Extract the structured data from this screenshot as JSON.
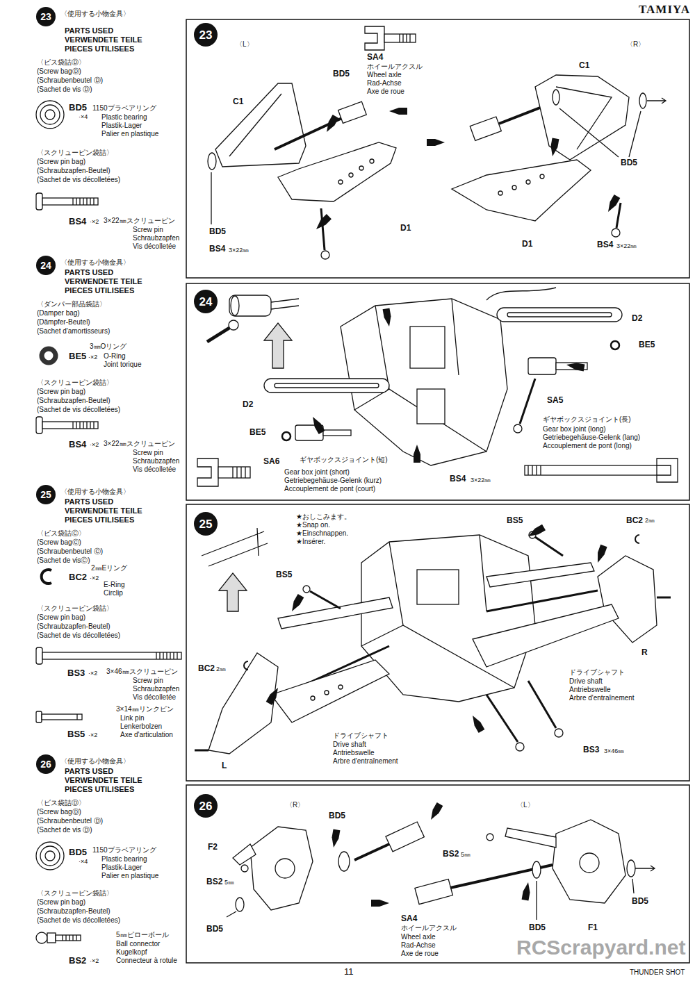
{
  "diagram": {
    "nodes": [
      {
        "text": [
          "23"
        ]
      },
      {
        "text": [
          "23"
        ]
      },
      {
        "text": [
          "24"
        ]
      },
      {
        "text": [
          "24"
        ]
      },
      {
        "text": [
          "25"
        ]
      },
      {
        "text": [
          "25"
        ]
      },
      {
        "text": [
          "26"
        ]
      },
      {
        "text": [
          "26"
        ]
      }
    ],
    "labels": [
      "TAMIYA",
      "〈使用する小物金具〉",
      "PARTS USED",
      "VERWENDETE TEILE",
      "PIECES UTILISEES",
      "〈ビス袋詰Ⓓ〉",
      "(Screw bagⒹ)",
      "(Schraubenbeutel Ⓓ)",
      "(Sachet de vis Ⓓ)",
      "BD5",
      "·×4",
      "1150プラベアリング",
      "Plastic bearing",
      "Plastik-Lager",
      "Palier en plastique",
      "〈スクリューピン袋詰〉",
      "(Screw pin bag)",
      "(Schraubzapfen-Beutel)",
      "(Sachet de vis décolletées)",
      "BS4",
      "·×2",
      "3×22㎜スクリューピン",
      "Screw pin",
      "Schraubzapfen",
      "Vis décolletée",
      "〈使用する小物金具〉",
      "PARTS USED",
      "VERWENDETE TEILE",
      "PIECES UTILISEES",
      "〈ダンパー部品袋詰〉",
      "(Damper bag)",
      "(Dämpfer-Beutel)",
      "(Sachet d'amortisseurs)",
      "3㎜Oリング",
      "BE5",
      "·×2",
      "O-Ring",
      "Joint torique",
      "〈スクリューピン袋詰〉",
      "(Screw pin bag)",
      "(Schraubzapfen-Beutel)",
      "(Sachet de vis décolletées)",
      "BS4",
      "·×2",
      "3×22㎜スクリューピン",
      "Screw pin",
      "Schraubzapfen",
      "Vis décolletée",
      "〈使用する小物金具〉",
      "PARTS USED",
      "VERWENDETE TEILE",
      "PIECES UTILISEES",
      "〈ビス袋詰Ⓒ〉",
      "(Screw bagⒸ)",
      "(Schraubenbeutel Ⓒ)",
      "(Sachet de visⒸ)",
      "2㎜Eリング",
      "BC2",
      "·×2",
      "E-Ring",
      "Circlip",
      "〈スクリューピン袋詰〉",
      "(Screw pin bag)",
      "(Schraubzapfen-Beutel)",
      "(Sachet de vis décolletées)",
      "BS3",
      "·×2",
      "3×46㎜スクリューピン",
      "Screw pin",
      "Schraubzapfen",
      "Vis décolletée",
      "3×14㎜リンクピン",
      "Link pin",
      "Lenkerbolzen",
      "Axe d'articulation",
      "BS5",
      "·×2",
      "〈使用する小物金具〉",
      "PARTS USED",
      "VERWENDETE TEILE",
      "PIECES UTILISEES",
      "〈ビス袋詰Ⓓ〉",
      "(Screw bagⒹ)",
      "(Schraubenbeutel Ⓓ)",
      "(Sachet de vis Ⓓ)",
      "BD5",
      "·×4",
      "1150プラベアリング",
      "Plastic bearing",
      "Plastik-Lager",
      "Palier en plastique",
      "〈スクリューピン袋詰〉",
      "(Screw pin bag)",
      "(Schraubzapfen-Beutel)",
      "(Sachet de vis décolletées)",
      "5㎜ピローボール",
      "Ball connector",
      "Kugelkopf",
      "Connecteur à rotule",
      "BS2",
      "·×2",
      "11",
      "THUNDER SHOT",
      "RCScrapyard.net",
      "〈L〉",
      "〈R〉",
      "SA4",
      "ホイールアクスル",
      "Wheel axle",
      "Rad-Achse",
      "Axe de roue",
      "BD5",
      "C1",
      "C1",
      "BD5",
      "BD5",
      "D1",
      "D1",
      "BS4",
      "3×22㎜",
      "BS4",
      "3×22㎜",
      "D2",
      "BE5",
      "D2",
      "SA5",
      "ギヤボックスジョイント(長)",
      "Gear box joint (long)",
      "Getriebegehäuse-Gelenk (lang)",
      "Accouplement de pont (long)",
      "BE5",
      "ギヤボックスジョイント(短)",
      "SA6",
      "Gear box joint (short)",
      "Getriebegehäuse-Gelenk (kurz)",
      "Accouplement de pont (court)",
      "BS4",
      "3×22㎜",
      "★おしこみます。",
      "★Snap on.",
      "★Einschnappen.",
      "★Insérer.",
      "BS5",
      "BC2",
      "2㎜",
      "BS5",
      "R",
      "ドライブシャフト",
      "Drive shaft",
      "Antriebswelle",
      "Arbre d'entraînement",
      "BC2",
      "2㎜",
      "ドライブシャフト",
      "Drive shaft",
      "Antriebswelle",
      "Arbre d'entraînement",
      "L",
      "BS3",
      "3×46㎜",
      "〈R〉",
      "〈L〉",
      "BD5",
      "F2",
      "BS2",
      "5㎜",
      "BS2",
      "5㎜",
      "BD5",
      "BD5",
      "SA4",
      "ホイールアクスル",
      "Wheel axle",
      "Rad-Achse",
      "Axe de roue",
      "BD5",
      "F1"
    ]
  }
}
